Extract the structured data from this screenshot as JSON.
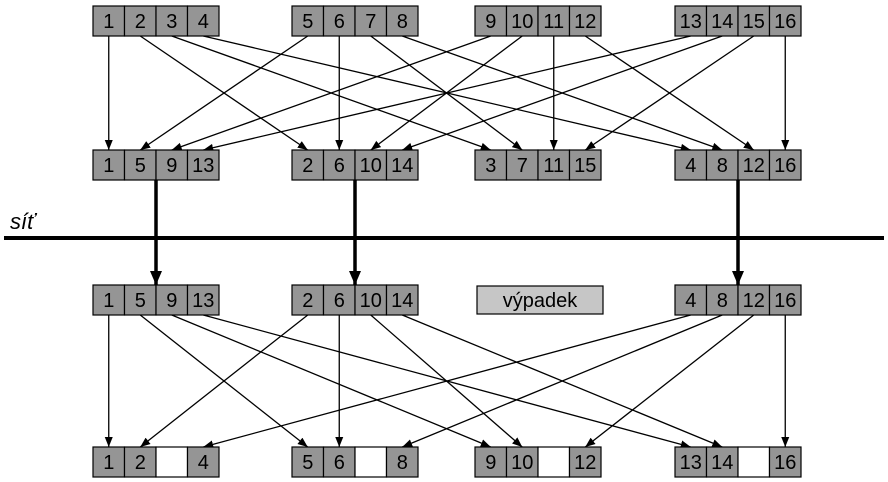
{
  "network_label": "síť",
  "loss_label": "výpadek",
  "colors": {
    "cell_fill": "#959595",
    "loss_fill": "#c6c6c6",
    "stroke": "#000000",
    "background": "#ffffff"
  },
  "rows": [
    {
      "id": "source",
      "groups": [
        {
          "cells": [
            "1",
            "2",
            "3",
            "4"
          ]
        },
        {
          "cells": [
            "5",
            "6",
            "7",
            "8"
          ]
        },
        {
          "cells": [
            "9",
            "10",
            "11",
            "12"
          ]
        },
        {
          "cells": [
            "13",
            "14",
            "15",
            "16"
          ]
        }
      ]
    },
    {
      "id": "interleaved",
      "groups": [
        {
          "cells": [
            "1",
            "5",
            "9",
            "13"
          ]
        },
        {
          "cells": [
            "2",
            "6",
            "10",
            "14"
          ]
        },
        {
          "cells": [
            "3",
            "7",
            "11",
            "15"
          ]
        },
        {
          "cells": [
            "4",
            "8",
            "12",
            "16"
          ]
        }
      ]
    },
    {
      "id": "received",
      "groups": [
        {
          "cells": [
            "1",
            "5",
            "9",
            "13"
          ]
        },
        {
          "cells": [
            "2",
            "6",
            "10",
            "14"
          ]
        },
        {
          "loss": true
        },
        {
          "cells": [
            "4",
            "8",
            "12",
            "16"
          ]
        }
      ]
    },
    {
      "id": "reconstructed",
      "groups": [
        {
          "cells": [
            "1",
            "2",
            "",
            "4"
          ]
        },
        {
          "cells": [
            "5",
            "6",
            "",
            "8"
          ]
        },
        {
          "cells": [
            "9",
            "10",
            "",
            "12"
          ]
        },
        {
          "cells": [
            "13",
            "14",
            "",
            "16"
          ]
        }
      ]
    }
  ],
  "mappings": [
    {
      "from_row": 0,
      "to_row": 1,
      "pairs": [
        [
          0,
          0,
          0,
          0
        ],
        [
          0,
          1,
          1,
          0
        ],
        [
          0,
          2,
          2,
          0
        ],
        [
          0,
          3,
          3,
          0
        ],
        [
          1,
          0,
          0,
          1
        ],
        [
          1,
          1,
          1,
          1
        ],
        [
          1,
          2,
          2,
          1
        ],
        [
          1,
          3,
          3,
          1
        ],
        [
          2,
          0,
          0,
          2
        ],
        [
          2,
          1,
          1,
          2
        ],
        [
          2,
          2,
          2,
          2
        ],
        [
          2,
          3,
          3,
          2
        ],
        [
          3,
          0,
          0,
          3
        ],
        [
          3,
          1,
          1,
          3
        ],
        [
          3,
          2,
          2,
          3
        ],
        [
          3,
          3,
          3,
          3
        ]
      ]
    },
    {
      "from_row": 2,
      "to_row": 3,
      "pairs": [
        [
          0,
          0,
          0,
          0
        ],
        [
          0,
          1,
          1,
          0
        ],
        [
          0,
          2,
          2,
          0
        ],
        [
          0,
          3,
          3,
          0
        ],
        [
          1,
          0,
          0,
          1
        ],
        [
          1,
          1,
          1,
          1
        ],
        [
          1,
          2,
          2,
          1
        ],
        [
          1,
          3,
          3,
          1
        ],
        [
          3,
          0,
          0,
          3
        ],
        [
          3,
          1,
          1,
          3
        ],
        [
          3,
          2,
          2,
          3
        ],
        [
          3,
          3,
          3,
          3
        ]
      ]
    }
  ],
  "transmissions": [
    0,
    1,
    3
  ]
}
